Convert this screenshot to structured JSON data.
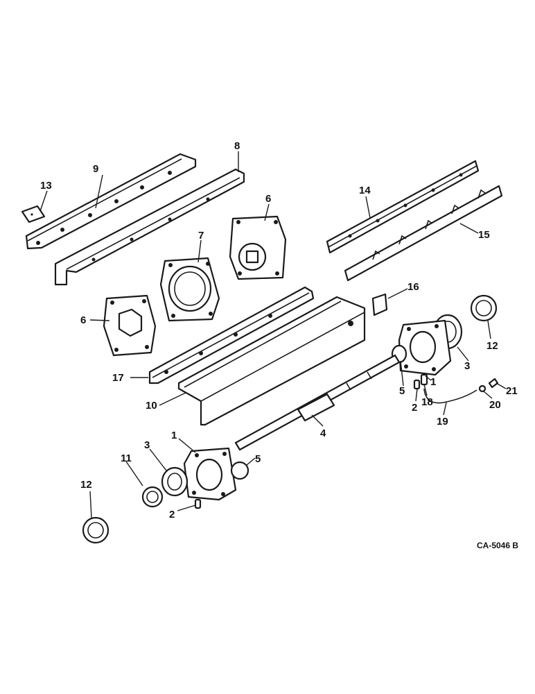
{
  "diagram": {
    "reference_code": "CA-5046 B",
    "callouts": {
      "c1_upper": "1",
      "c1_lower": "1",
      "c2_upper": "2",
      "c2_lower": "2",
      "c3_upper": "3",
      "c3_lower": "3",
      "c4": "4",
      "c5_upper": "5",
      "c5_lower": "5",
      "c6_left": "6",
      "c6_right": "6",
      "c7": "7",
      "c8": "8",
      "c9": "9",
      "c10": "10",
      "c11": "11",
      "c12_upper": "12",
      "c12_lower": "12",
      "c13": "13",
      "c14": "14",
      "c15": "15",
      "c16": "16",
      "c17": "17",
      "c18": "18",
      "c19": "19",
      "c20": "20",
      "c21": "21"
    }
  }
}
